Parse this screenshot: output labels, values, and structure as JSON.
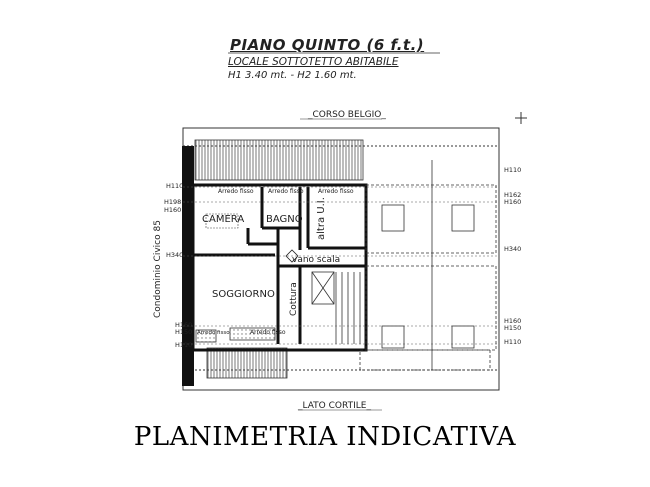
{
  "header": {
    "title": "PIANO QUINTO (6 f.t.)",
    "subtitle": "LOCALE SOTTOTETTO ABITABILE",
    "heights": "H1 3.40 mt. - H2 1.60 mt."
  },
  "plan": {
    "street_top": "_CORSO BELGIO_",
    "street_bottom": "_LATO CORTILE_",
    "neighbour": "Condominio Civico 85",
    "rooms": {
      "camera": "CAMERA",
      "bagno": "BAGNO",
      "soggiorno": "SOGGIORNO",
      "cottura": "Cottura",
      "vano_scala": "vano scala",
      "altra_ui": "altra U.I."
    },
    "marks": {
      "arredo1": "Arredo fisso",
      "arredo2": "Arredo fisso",
      "arredo3": "Arredo fisso",
      "arredo4": "Arredo fisso",
      "arredo5": "Arredo fisso"
    },
    "heights": {
      "l1": "H110",
      "l2": "H198",
      "l3": "H160",
      "l4": "H340",
      "l5": "H160",
      "l6": "H150",
      "l7": "H110",
      "r1": "H110",
      "r2": "H162",
      "r3": "H160",
      "r4": "H340",
      "r5": "H160",
      "r6": "H150",
      "r7": "H110"
    }
  },
  "caption": "PLANIMETRIA INDICATIVA"
}
